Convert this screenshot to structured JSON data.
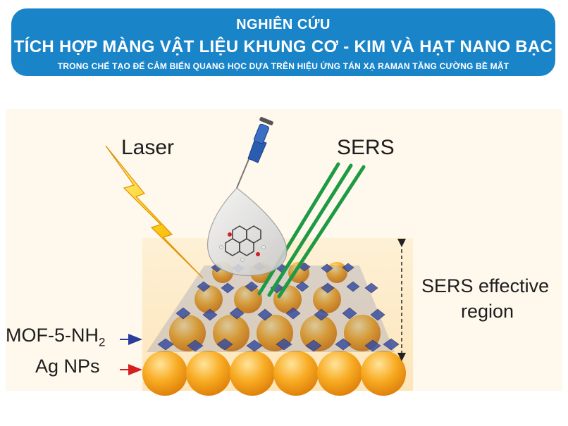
{
  "banner": {
    "line1": "NGHIÊN CỨU",
    "line2": "TÍCH HỢP MÀNG VẬT LIỆU KHUNG CƠ - KIM VÀ HẠT NANO BẠC",
    "line3": "TRONG CHẾ TẠO ĐẾ CẢM BIẾN QUANG HỌC DỰA TRÊN HIỆU ỨNG TÁN XẠ RAMAN TĂNG CƯỜNG BỀ MẶT"
  },
  "diagram": {
    "laser_label": "Laser",
    "sers_label": "SERS",
    "region_label_1": "SERS effective",
    "region_label_2": "region",
    "mof_label_main": "MOF-5-NH",
    "mof_label_sub": "2",
    "ag_label": "Ag NPs"
  },
  "colors": {
    "banner": "#1a84c9",
    "laser_bolt": "#f5b800",
    "sers_beams": "#1e9a44",
    "nanoparticles": "#f6a21a",
    "mof_crystals": "#3a4fa0",
    "region_box": "#fde8c0",
    "mof_arrow": "#2a3c9c",
    "ag_arrow": "#d42020",
    "pipette": "#2a5db0"
  },
  "icons": [
    "laser-bolt-icon",
    "pipette-icon",
    "molecule-droplet-icon"
  ]
}
